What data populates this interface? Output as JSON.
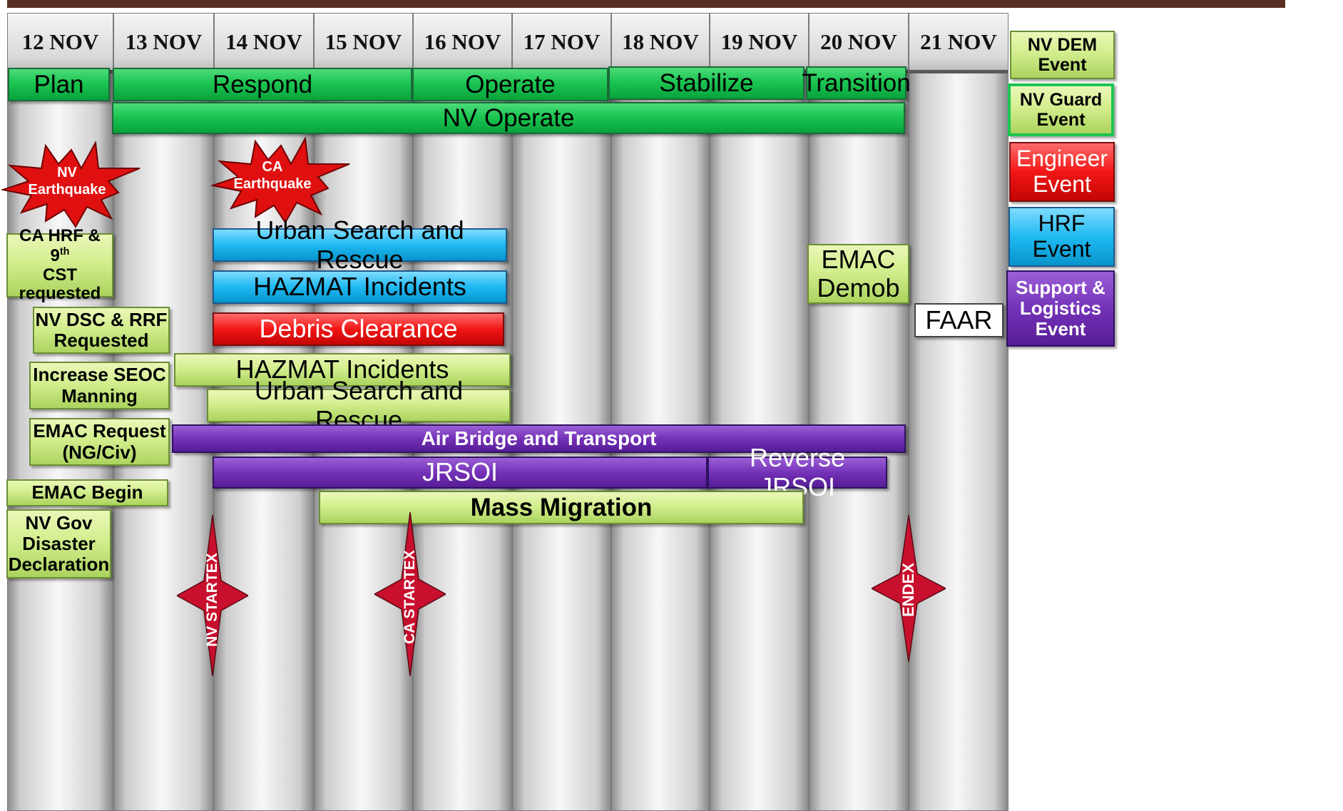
{
  "dates": [
    "12 NOV",
    "13 NOV",
    "14 NOV",
    "15 NOV",
    "16 NOV",
    "17 NOV",
    "18 NOV",
    "19 NOV",
    "20 NOV",
    "21 NOV"
  ],
  "phases": {
    "plan": "Plan",
    "respond": "Respond",
    "operate": "Operate",
    "stabilize": "Stabilize",
    "transition": "Transition",
    "nv_operate": "NV Operate"
  },
  "earthquakes": {
    "nv_line1": "NV",
    "nv_line2": "Earthquake",
    "ca_line1": "CA",
    "ca_line2": "Earthquake"
  },
  "events": {
    "ca_hrf_line1": "CA HRF & 9",
    "ca_hrf_sup": "th",
    "ca_hrf_line2": "CST",
    "ca_hrf_line3": "requested",
    "nv_dsc_line1": "NV DSC & RRF",
    "nv_dsc_line2": "Requested",
    "seoc_line1": "Increase SEOC",
    "seoc_line2": "Manning",
    "emac_req_line1": "EMAC Request",
    "emac_req_line2": "(NG/Civ)",
    "emac_begin": "EMAC Begin",
    "nv_gov_line1": "NV Gov",
    "nv_gov_line2": "Disaster",
    "nv_gov_line3": "Declaration",
    "usar_blue": "Urban Search and Rescue",
    "hazmat_blue": "HAZMAT Incidents",
    "debris": "Debris Clearance",
    "hazmat_green": "HAZMAT Incidents",
    "usar_green": "Urban Search and Rescue",
    "air_bridge": "Air Bridge and Transport",
    "jrsoi": "JRSOI",
    "reverse_jrsoi": "Reverse JRSOI",
    "mass_migration": "Mass Migration",
    "emac_demob_line1": "EMAC",
    "emac_demob_line2": "Demob",
    "faar": "FAAR"
  },
  "markers": {
    "nv_startex": "NV STARTEX",
    "ca_startex": "CA STARTEX",
    "endex": "ENDEX"
  },
  "legend": {
    "nv_dem_line1": "NV DEM",
    "nv_dem_line2": "Event",
    "nv_guard_line1": "NV Guard",
    "nv_guard_line2": "Event",
    "engineer_line1": "Engineer",
    "engineer_line2": "Event",
    "hrf_line1": "HRF",
    "hrf_line2": "Event",
    "support_line1": "Support &",
    "support_line2": "Logistics",
    "support_line3": "Event"
  },
  "colors": {
    "nv_operate_green": "#1cc552",
    "nv_dem_lightgreen": "#d3ee8e",
    "engineer_red": "#f21616",
    "hrf_blue": "#1fb9f2",
    "support_purple": "#7432b8",
    "marker_red": "#c8102e"
  }
}
